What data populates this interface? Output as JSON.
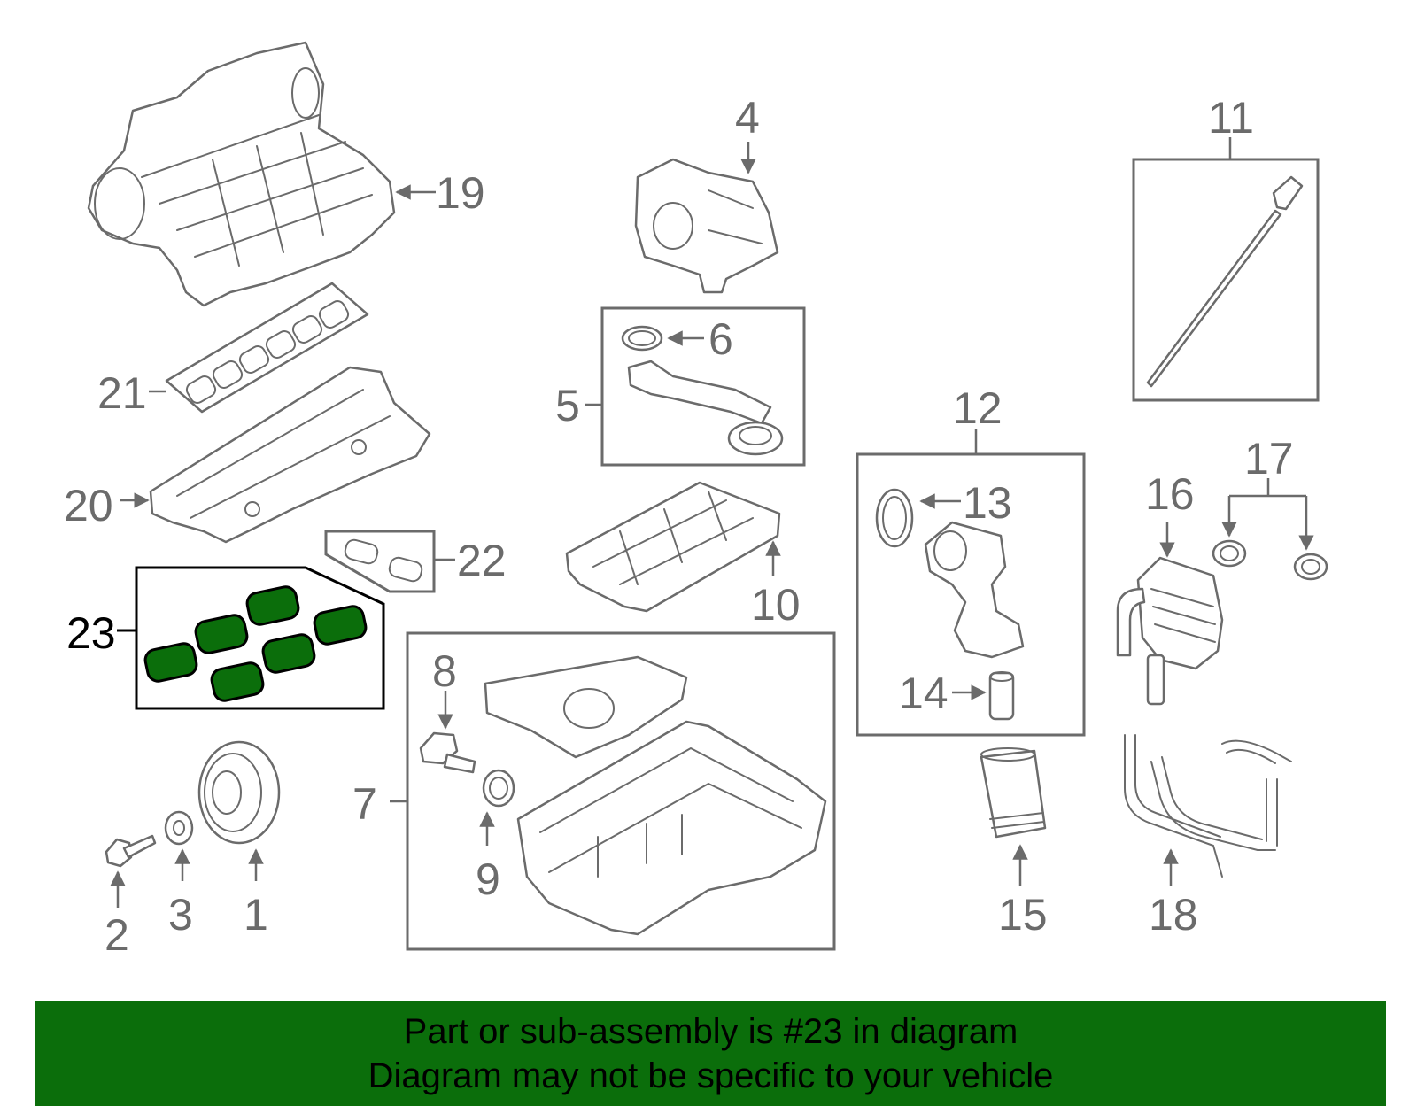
{
  "callouts": {
    "c1": "1",
    "c2": "2",
    "c3": "3",
    "c4": "4",
    "c5": "5",
    "c6": "6",
    "c7": "7",
    "c8": "8",
    "c9": "9",
    "c10": "10",
    "c11": "11",
    "c12": "12",
    "c13": "13",
    "c14": "14",
    "c15": "15",
    "c16": "16",
    "c17": "17",
    "c18": "18",
    "c19": "19",
    "c20": "20",
    "c21": "21",
    "c22": "22",
    "c23": "23"
  },
  "highlight": {
    "part_number": "23",
    "color": "#0b6e0b"
  },
  "line_color": "#6b6b6b",
  "banner": {
    "line1": "Part or sub-assembly is #23 in diagram",
    "line2": "Diagram may not be specific to your vehicle",
    "background": "#0b6e0b"
  }
}
